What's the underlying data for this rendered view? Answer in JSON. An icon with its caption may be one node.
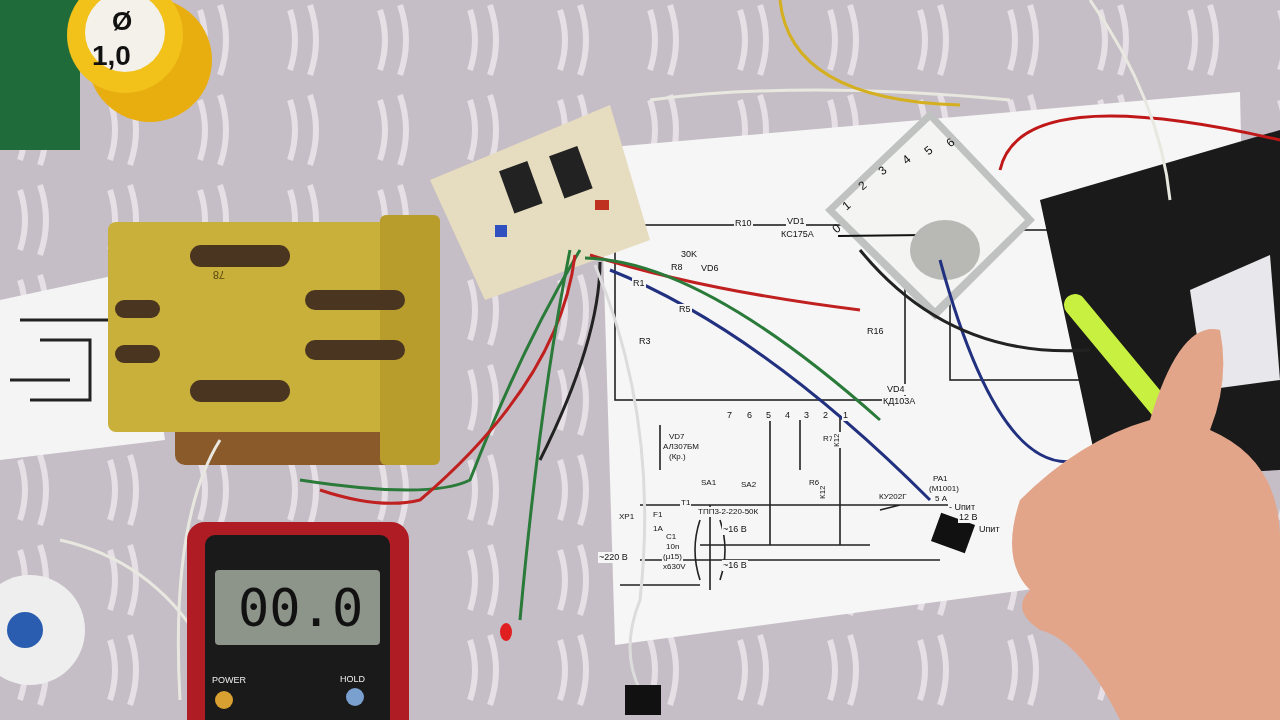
{
  "diagram": {
    "labels": [
      "Ø",
      "1,0",
      "78",
      "0",
      "1",
      "2",
      "3",
      "4",
      "5",
      "6",
      "00.0",
      "POWER",
      "HOLD",
      "R10",
      "VD1",
      "КС175А",
      "30K",
      "R8",
      "VD6",
      "R1",
      "R5",
      "R3",
      "R16",
      "VD4",
      "КД103А",
      "7",
      "6",
      "5",
      "4",
      "3",
      "2",
      "1",
      "VD7",
      "АЛ307БМ",
      "(Кр.)",
      "SA1",
      "SA2",
      "R7",
      "К12",
      "R6",
      "К12",
      "КУ202Г",
      "PA1",
      "(М1001)",
      "5 А",
      "- Uпит",
      "12 В",
      "Uпит",
      "XP1",
      "F1",
      "1A",
      "C1",
      "10n",
      "(μ15)",
      "x630V",
      "T1",
      "ТПП3-2-220-50К",
      "~16 В",
      "~16 В",
      "~220 В"
    ]
  }
}
